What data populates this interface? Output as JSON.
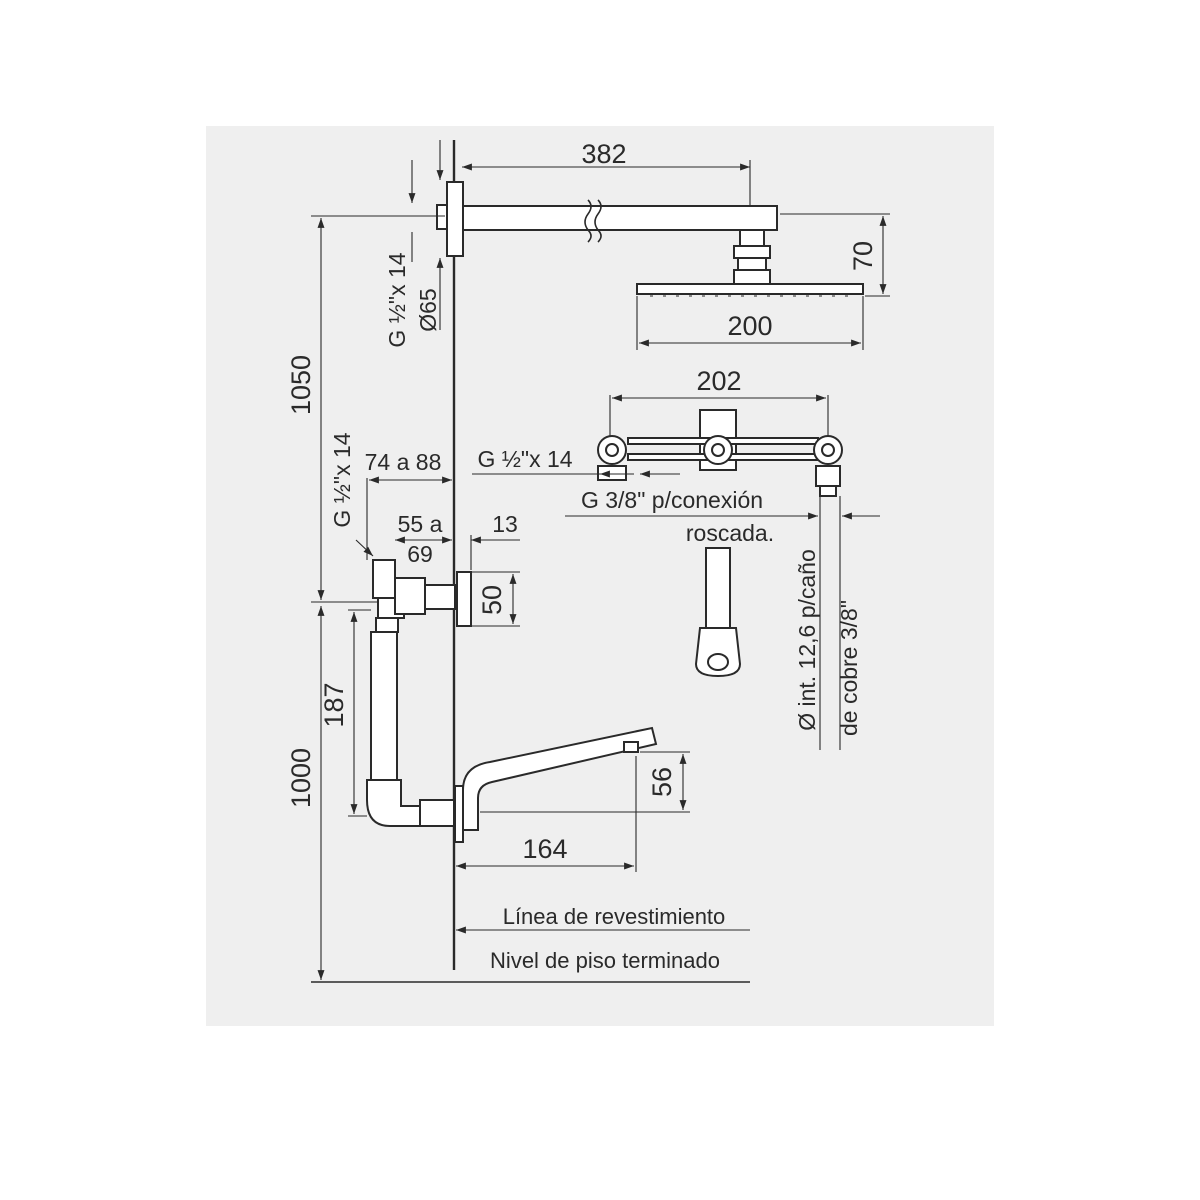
{
  "dimensions": {
    "arm_length": "382",
    "head_height": "70",
    "head_width": "200",
    "total_height_upper": "1050",
    "total_height_lower": "1000",
    "flange_diameter": "Ø65",
    "arm_thread": "G ½\"x 14",
    "valve_body_width": "202",
    "valve_inlet_thread": "G ½\"x 14",
    "valve_outlet_thread": "G 3/8\" p/conexión",
    "valve_outlet_thread_2": "roscada.",
    "pipe_note_1": "Ø int. 12,6 p/caño",
    "pipe_note_2": "de cobre 3/8\"",
    "mixer_thread": "G ½\"x 14",
    "mixer_depth": "74 a 88",
    "mixer_depth_2_a": "55 a",
    "mixer_depth_2_b": "69",
    "escutcheon_depth": "13",
    "escutcheon_height": "50",
    "pipe_length": "187",
    "spout_height": "56",
    "spout_reach": "164"
  },
  "labels": {
    "finish_line": "Línea de revestimiento",
    "floor_level": "Nivel de piso terminado"
  }
}
